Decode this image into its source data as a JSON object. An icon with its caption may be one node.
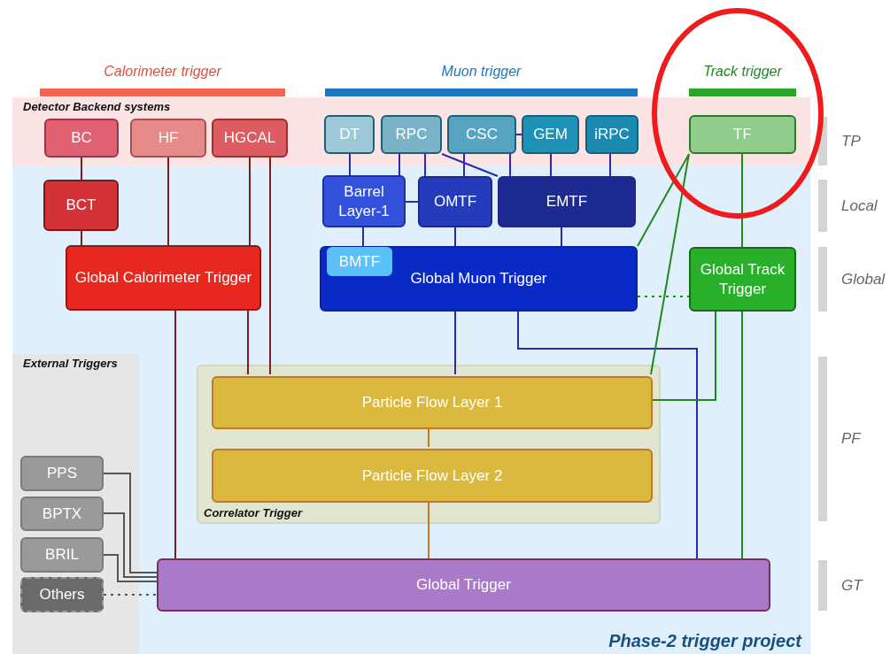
{
  "diagram": {
    "nodes": [
      {
        "text": [
          "Calorimeter trigger"
        ]
      },
      {
        "text": [
          "Muon trigger"
        ]
      },
      {
        "text": [
          "Track trigger"
        ]
      },
      {
        "text": [
          "Phase-2 trigger project"
        ]
      },
      {
        "text": [
          "Detector Backend systems"
        ],
        "in": 3
      },
      {
        "text": [
          "BC"
        ],
        "in": 4
      },
      {
        "text": [
          "HF"
        ],
        "in": 4
      },
      {
        "text": [
          "HGCAL"
        ],
        "in": 4
      },
      {
        "text": [
          "DT"
        ],
        "in": 4
      },
      {
        "text": [
          "RPC"
        ],
        "in": 4
      },
      {
        "text": [
          "CSC"
        ],
        "in": 4
      },
      {
        "text": [
          "GEM"
        ],
        "in": 4
      },
      {
        "text": [
          "iRPC"
        ],
        "in": 4
      },
      {
        "text": [
          "TF"
        ],
        "in": 4
      },
      {
        "text": [
          "BCT"
        ],
        "in": 3
      },
      {
        "text": [
          "Barrel Layer-1"
        ],
        "in": 3
      },
      {
        "text": [
          "OMTF"
        ],
        "in": 3
      },
      {
        "text": [
          "EMTF"
        ],
        "in": 3
      },
      {
        "text": [
          "Global Calorimeter Trigger"
        ],
        "in": 3
      },
      {
        "text": [
          "Global Muon Trigger"
        ],
        "in": 3
      },
      {
        "text": [
          "BMTF"
        ],
        "in": 19
      },
      {
        "text": [
          "Global Track Trigger"
        ],
        "in": 3
      },
      {
        "text": [
          "External Triggers"
        ],
        "in": 3
      },
      {
        "text": [
          "Correlator Trigger"
        ],
        "in": 3
      },
      {
        "text": [
          "Particle Flow Layer 1"
        ],
        "in": 23
      },
      {
        "text": [
          "Particle Flow Layer 2"
        ],
        "in": 23
      },
      {
        "text": [
          "PPS"
        ],
        "in": 22
      },
      {
        "text": [
          "BPTX"
        ],
        "in": 22
      },
      {
        "text": [
          "BRIL"
        ],
        "in": 22
      },
      {
        "text": [
          "Others"
        ],
        "in": 22
      },
      {
        "text": [
          "Global Trigger"
        ],
        "in": 3
      },
      {
        "text": [
          "TP"
        ]
      },
      {
        "text": [
          "Local"
        ]
      },
      {
        "text": [
          "Global"
        ]
      },
      {
        "text": [
          "PF"
        ]
      },
      {
        "text": [
          "GT"
        ]
      }
    ],
    "edges": [
      {
        "from": 5,
        "to": 14,
        "arrow": "none",
        "color": "#7a1e1e"
      },
      {
        "from": 14,
        "to": 18,
        "arrow": "none",
        "color": "#7a1e1e"
      },
      {
        "from": 6,
        "to": 18,
        "arrow": "none",
        "color": "#7a1e1e"
      },
      {
        "from": 7,
        "to": 18,
        "arrow": "none",
        "color": "#7a1e1e"
      },
      {
        "from": 7,
        "to": 24,
        "arrow": "none",
        "color": "#7a1e1e"
      },
      {
        "from": 18,
        "to": 24,
        "arrow": "none",
        "color": "#7a1e1e"
      },
      {
        "from": 18,
        "to": 30,
        "arrow": "none",
        "color": "#7a1e1e"
      },
      {
        "from": 8,
        "to": 15,
        "arrow": "none"
      },
      {
        "from": 9,
        "to": 15,
        "arrow": "none"
      },
      {
        "from": 9,
        "to": 16,
        "arrow": "none"
      },
      {
        "from": 9,
        "to": 17,
        "arrow": "none"
      },
      {
        "from": 10,
        "to": 16,
        "arrow": "none"
      },
      {
        "from": 10,
        "to": 17,
        "arrow": "none"
      },
      {
        "from": 10,
        "to": 11,
        "arrow": "none"
      },
      {
        "from": 11,
        "to": 17,
        "arrow": "none"
      },
      {
        "from": 12,
        "to": 17,
        "arrow": "none"
      },
      {
        "from": 15,
        "to": 16,
        "arrow": "none"
      },
      {
        "from": 15,
        "to": 20,
        "arrow": "none"
      },
      {
        "from": 16,
        "to": 19,
        "arrow": "none"
      },
      {
        "from": 17,
        "to": 19,
        "arrow": "none"
      },
      {
        "from": 19,
        "to": 24,
        "arrow": "none"
      },
      {
        "from": 19,
        "to": 30,
        "arrow": "none"
      },
      {
        "from": 13,
        "to": 19,
        "arrow": "none",
        "color": "#1e8a1e"
      },
      {
        "from": 13,
        "to": 24,
        "arrow": "none",
        "color": "#1e8a1e"
      },
      {
        "from": 13,
        "to": 21,
        "arrow": "none",
        "color": "#1e8a1e"
      },
      {
        "from": 21,
        "to": 24,
        "arrow": "none",
        "color": "#1e8a1e"
      },
      {
        "from": 21,
        "to": 30,
        "arrow": "none",
        "color": "#1e8a1e"
      },
      {
        "from": 19,
        "to": 21,
        "arrow": "none",
        "style": "dashed",
        "color": "#1e8a1e"
      },
      {
        "from": 24,
        "to": 25,
        "arrow": "none",
        "color": "#c8782a"
      },
      {
        "from": 25,
        "to": 30,
        "arrow": "none",
        "color": "#c8782a"
      },
      {
        "from": 26,
        "to": 30,
        "arrow": "none",
        "color": "#555555"
      },
      {
        "from": 27,
        "to": 30,
        "arrow": "none",
        "color": "#555555"
      },
      {
        "from": 28,
        "to": 30,
        "arrow": "none",
        "color": "#555555"
      },
      {
        "from": 29,
        "to": 30,
        "arrow": "none",
        "style": "dashed",
        "color": "#555555"
      }
    ]
  }
}
